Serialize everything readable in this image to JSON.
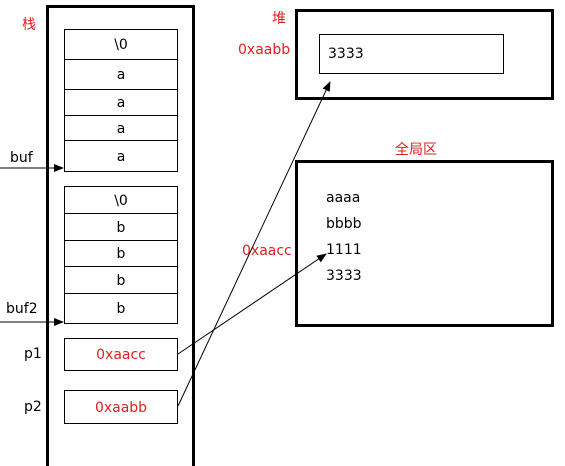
{
  "stack": {
    "title": "栈",
    "buf_cells": [
      "\\0",
      "a",
      "a",
      "a",
      "a"
    ],
    "buf2_cells": [
      "\\0",
      "b",
      "b",
      "b",
      "b"
    ],
    "labels": {
      "buf": "buf",
      "buf2": "buf2",
      "p1": "p1",
      "p2": "p2"
    },
    "p1_value": "0xaacc",
    "p2_value": "0xaabb"
  },
  "heap": {
    "title": "堆",
    "address": "0xaabb",
    "value": "3333"
  },
  "global": {
    "title": "全局区",
    "address": "0xaacc",
    "items": [
      "aaaa",
      "bbbb",
      "1111",
      "3333"
    ]
  },
  "colors": {
    "accent": "#e02020",
    "line": "#000000"
  }
}
